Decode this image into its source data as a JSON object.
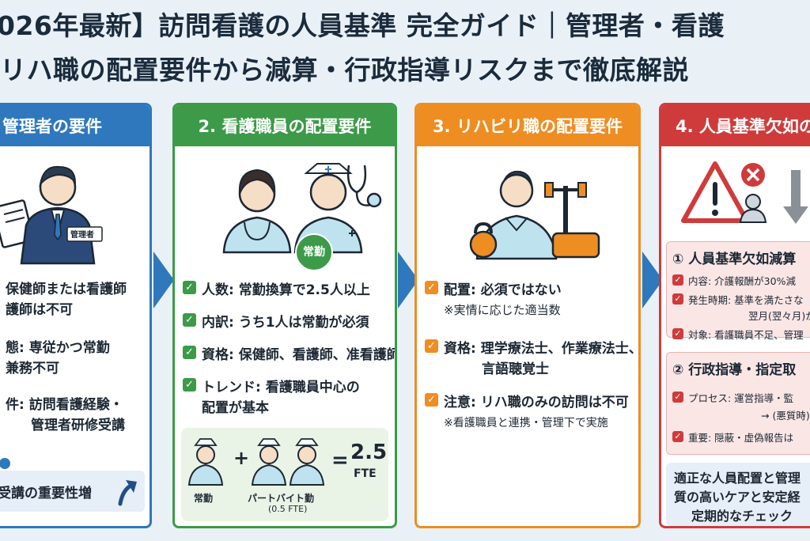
{
  "title": {
    "line1": "026年最新】訪問看護の人員基準 完全ガイド｜管理者・看護",
    "line2": "リハ職の配置要件から減算・行政指導リスクまで徹底解説"
  },
  "colors": {
    "blue": "#2f78bd",
    "green": "#3c9a48",
    "orange": "#ee8d22",
    "red": "#cf3b3b"
  },
  "card1": {
    "heading": "管理者の要件",
    "badge": "管理者",
    "items": [
      {
        "l1": "保健師または看護師",
        "l2": "護師は不可"
      },
      {
        "l1": "態: 専従かつ常勤",
        "l2": "兼務不可"
      },
      {
        "l1": "件: 訪問看護経験・",
        "l2": "管理者研修受講"
      }
    ],
    "footer": "受講の重要性増"
  },
  "card2": {
    "heading": "2. 看護職員の配置要件",
    "badge": "常勤",
    "items": [
      {
        "l1": "人数: 常勤換算で2.5人以上"
      },
      {
        "l1": "内訳: うち1人は常勤が必須"
      },
      {
        "l1": "資格: 保健師、看護師、准看護師"
      },
      {
        "l1": "トレンド: 看護職員中心の",
        "l2": "配置が基本"
      }
    ],
    "formula": {
      "fulltime_label": "常勤",
      "plus": "+",
      "parttime_label": "パートバイト勤",
      "parttime_fte": "(0.5 FTE)",
      "equals": "=",
      "total": "2.5",
      "unit": "FTE"
    }
  },
  "card3": {
    "heading": "3. リハビリ職の配置要件",
    "items": [
      {
        "l1": "配置: 必須ではない",
        "l2": "※実情に応じた適当数"
      },
      {
        "l1": "資格: 理学療法士、作業療法士、",
        "l2": "言語聴覚士"
      },
      {
        "l1": "注意: リハ職のみの訪問は不可",
        "l2": "※看護職員と連携・管理下で実施"
      }
    ]
  },
  "card4": {
    "heading": "4. 人員基準欠如の",
    "section1": {
      "title": "① 人員基準欠如減算",
      "items": [
        {
          "l1": "内容: 介護報酬が30%減"
        },
        {
          "l1": "発生時期: 基準を満たさな",
          "l2": "翌月(翌々月)か"
        },
        {
          "l1": "対象: 看護職員不足、管理"
        }
      ]
    },
    "section2": {
      "title": "② 行政指導・指定取",
      "items": [
        {
          "l1": "プロセス: 運営指導・監",
          "l2": "→ (悪質時) 指"
        },
        {
          "l1": "重要: 隠蔽・虚偽報告は"
        }
      ]
    },
    "footer": {
      "l1": "適正な人員配置と管理",
      "l2": "質の高いケアと安定経",
      "l3": "定期的なチェック"
    }
  }
}
